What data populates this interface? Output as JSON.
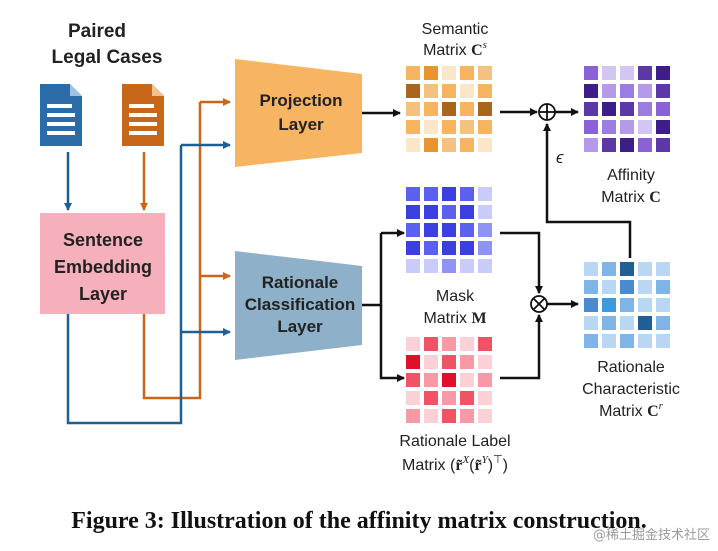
{
  "title": "Paired Legal Cases",
  "title_lines": [
    "Paired",
    "Legal Cases"
  ],
  "blocks": {
    "projection": {
      "lines": [
        "Projection",
        "Layer"
      ]
    },
    "rationale_cls": {
      "lines": [
        "Rationale",
        "Classification",
        "Layer"
      ]
    },
    "sentence_emb": {
      "lines": [
        "Sentence",
        "Embedding",
        "Layer"
      ]
    }
  },
  "matrices": {
    "semantic": {
      "lines": [
        "Semantic",
        "Matrix C^s"
      ]
    },
    "affinity": {
      "lines": [
        "Affinity",
        "Matrix C"
      ]
    },
    "mask": {
      "lines": [
        "Mask",
        "Matrix M"
      ]
    },
    "rationale_label": {
      "lines": [
        "Rationale Label",
        "Matrix (r̃^X(r̃^Y)^T)"
      ]
    },
    "rationale_char": {
      "lines": [
        "Rationale",
        "Characteristic",
        "Matrix C^r"
      ]
    }
  },
  "operators": {
    "add": "⊕",
    "mul": "⊗",
    "epsilon": "ϵ"
  },
  "colors": {
    "orange_arrow": "#c8661a",
    "blue_arrow": "#1f5f96",
    "doc_blue": "#2a6ba8",
    "doc_orange": "#c8661a",
    "projection_fill": "#f7b463",
    "rationale_fill": "#8fb0c9",
    "sentence_fill": "#f6b0bb"
  },
  "caption": "Figure 3: Illustration of the affinity matrix construction.",
  "watermark": "@稀土掘金技术社区"
}
